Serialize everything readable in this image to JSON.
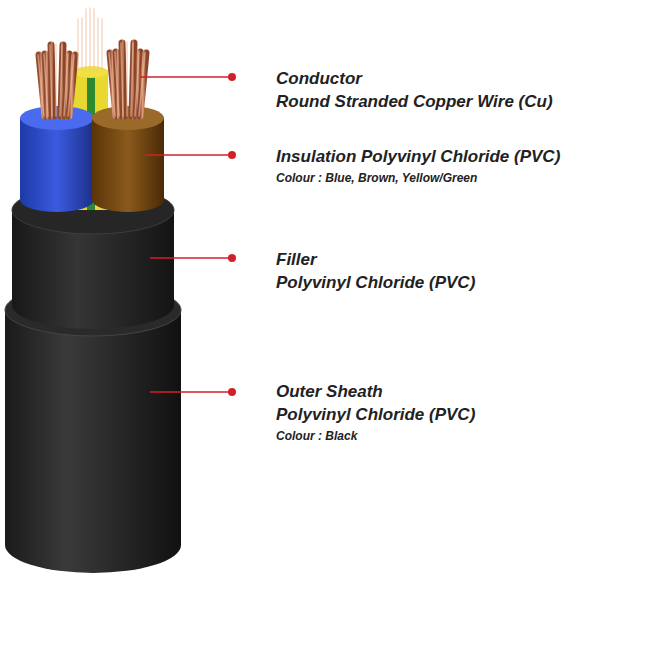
{
  "diagram": {
    "labels": [
      "Conductor",
      "Round Stranded Copper Wire (Cu)",
      "Insulation Polyvinyl Chloride (PVC)",
      "Colour : Blue, Brown, Yellow/Green",
      "Filler",
      "Polyvinyl Chloride (PVC)",
      "Outer Sheath",
      "Polyvinyl Chloride (PVC)",
      "Colour : Black"
    ]
  }
}
